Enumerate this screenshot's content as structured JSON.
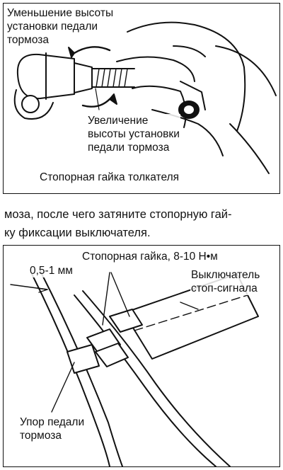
{
  "figure_top": {
    "label_decrease": [
      "Уменьшение высоты",
      "установки педали",
      "тормоза"
    ],
    "label_increase": [
      "Увеличение",
      "высоты установки",
      "педали тормоза"
    ],
    "label_locknut": "Стопорная гайка толкателя"
  },
  "paragraph": {
    "line1": "моза, после чего затяните стопорную гай-",
    "line2": "ку фиксации выключателя."
  },
  "figure_bottom": {
    "label_locknut_torque": "Стопорная гайка, 8-10 Н•м",
    "label_gap": "0,5-1 мм",
    "label_switch": [
      "Выключатель",
      "стоп-сигнала"
    ],
    "label_stop": [
      "Упор педали",
      "тормоза"
    ]
  }
}
